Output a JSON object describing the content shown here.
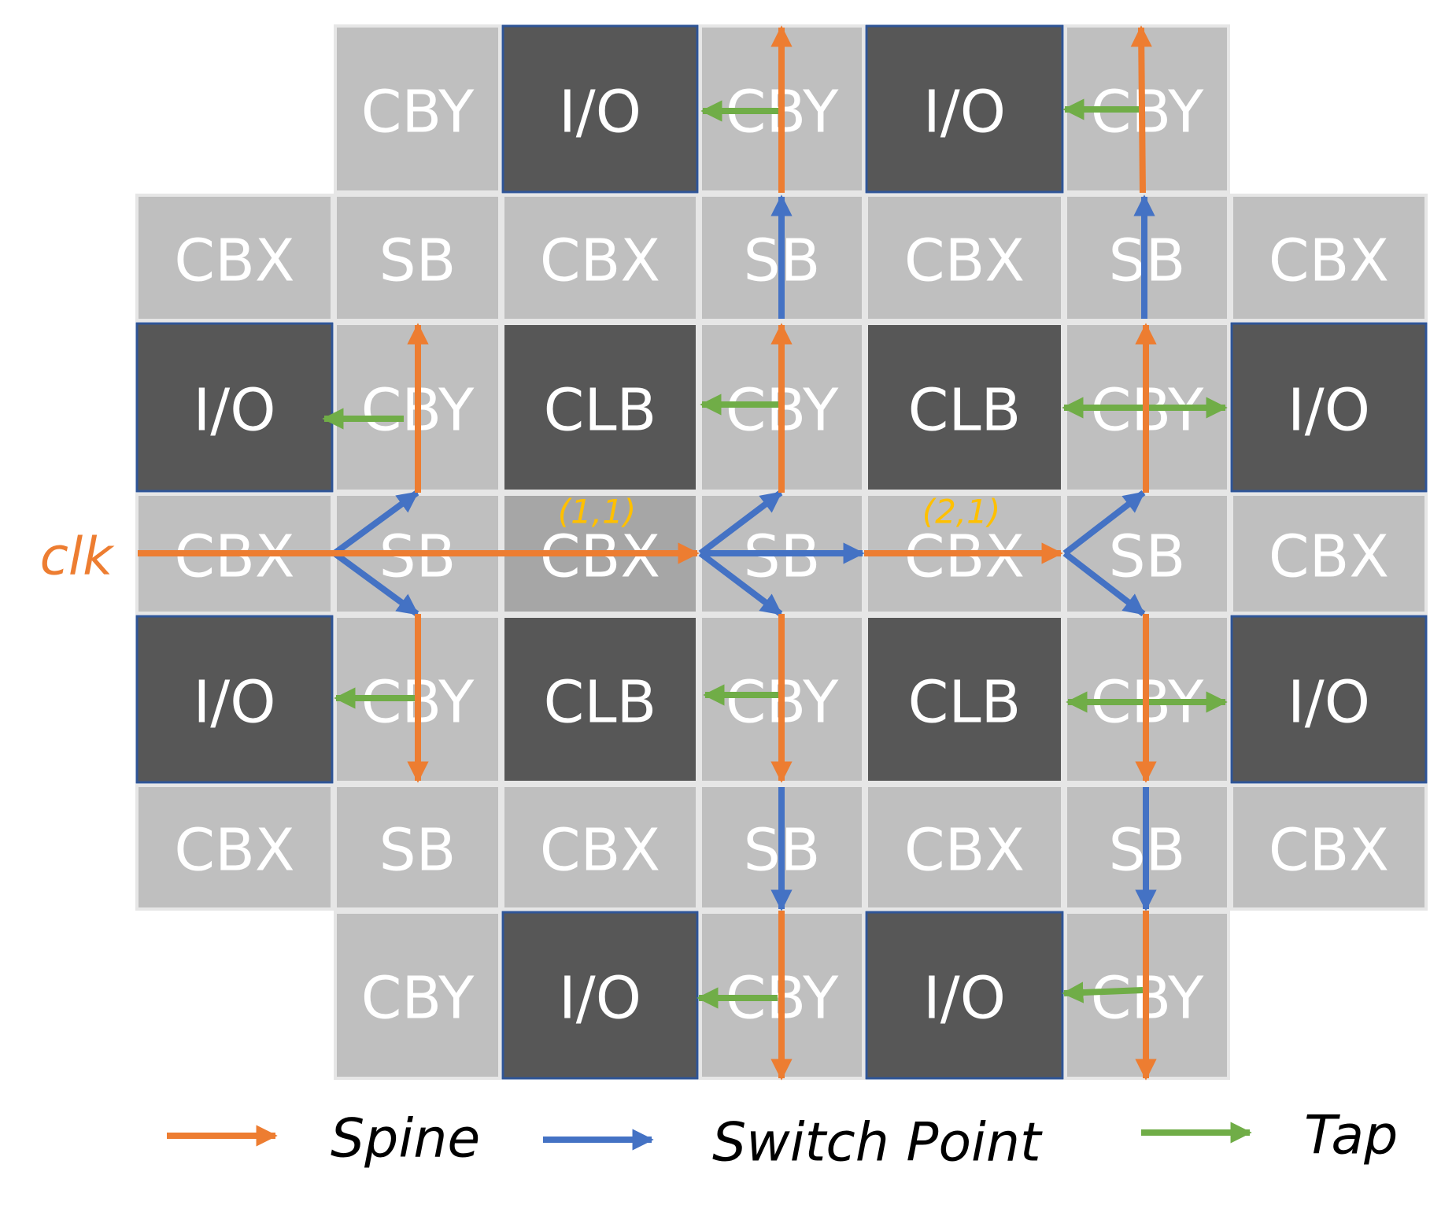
{
  "colors": {
    "light": "#bfbfbf",
    "dark": "#575757",
    "highlight": "#a6a6a6",
    "cell_border": "#e6e6e6",
    "io_border": "#2f5597",
    "spine": "#ed7d31",
    "switch_point": "#4472c4",
    "tap": "#70ad47",
    "coord": "#ffc000"
  },
  "grid": {
    "rows": [
      [
        null,
        "CBY",
        "I/O",
        "CBY",
        "I/O",
        "CBY",
        null
      ],
      [
        "CBX",
        "SB",
        "CBX",
        "SB",
        "CBX",
        "SB",
        "CBX"
      ],
      [
        "I/O",
        "CBY",
        "CLB",
        "CBY",
        "CLB",
        "CBY",
        "I/O"
      ],
      [
        "CBX",
        "SB",
        "CBX",
        "SB",
        "CBX",
        "SB",
        "CBX"
      ],
      [
        "I/O",
        "CBY",
        "CLB",
        "CBY",
        "CLB",
        "CBY",
        "I/O"
      ],
      [
        "CBX",
        "SB",
        "CBX",
        "SB",
        "CBX",
        "SB",
        "CBX"
      ],
      [
        null,
        "CBY",
        "I/O",
        "CBY",
        "I/O",
        "CBY",
        null
      ]
    ],
    "highlighted_cell": [
      3,
      2
    ]
  },
  "coord_labels": [
    {
      "text": "(1,1)",
      "row": 3,
      "col": 2
    },
    {
      "text": "(2,1)",
      "row": 3,
      "col": 4
    }
  ],
  "clk_label": "clk",
  "legend": {
    "spine": "Spine",
    "switch_point": "Switch Point",
    "tap": "Tap"
  }
}
